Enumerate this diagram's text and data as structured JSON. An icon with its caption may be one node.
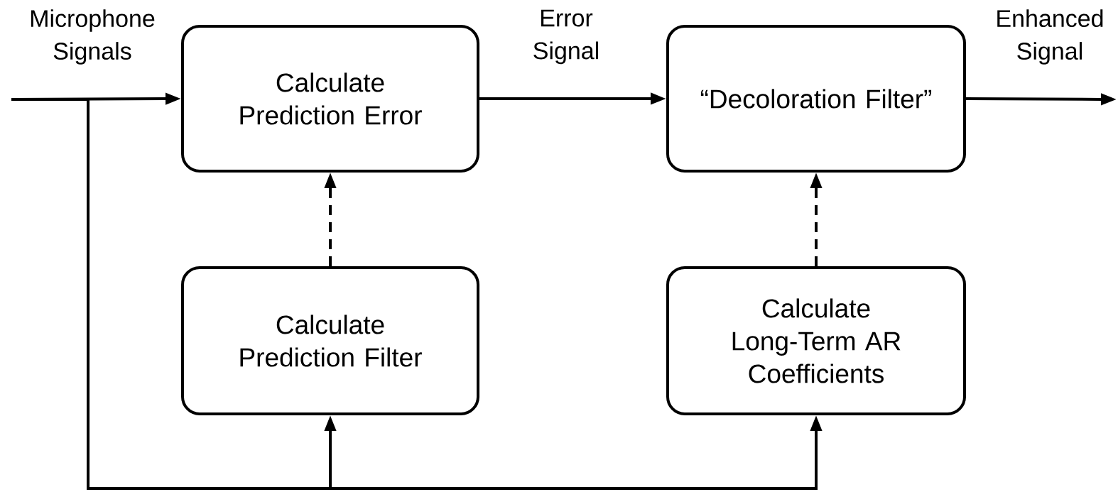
{
  "diagram": {
    "nodes": [
      {
        "text": [
          "Calculate Prediction Error"
        ]
      },
      {
        "text": [
          "“Decoloration Filter”"
        ]
      },
      {
        "text": [
          "Calculate Prediction Filter"
        ]
      },
      {
        "text": [
          "Calculate Long-Term AR Coefficients"
        ]
      }
    ],
    "edges": [
      {
        "from": null,
        "to": 0,
        "arrow": "to",
        "label": "Microphone Signals"
      },
      {
        "from": 0,
        "to": 1,
        "arrow": "to",
        "label": "Error Signal"
      },
      {
        "from": 1,
        "to": null,
        "arrow": "to",
        "label": "Enhanced Signal"
      },
      {
        "from": 2,
        "to": 0,
        "arrow": "to",
        "style": "dashed"
      },
      {
        "from": 3,
        "to": 1,
        "arrow": "to",
        "style": "dashed"
      },
      {
        "from": null,
        "to": 2,
        "arrow": "to"
      },
      {
        "from": null,
        "to": 3,
        "arrow": "to"
      }
    ]
  }
}
